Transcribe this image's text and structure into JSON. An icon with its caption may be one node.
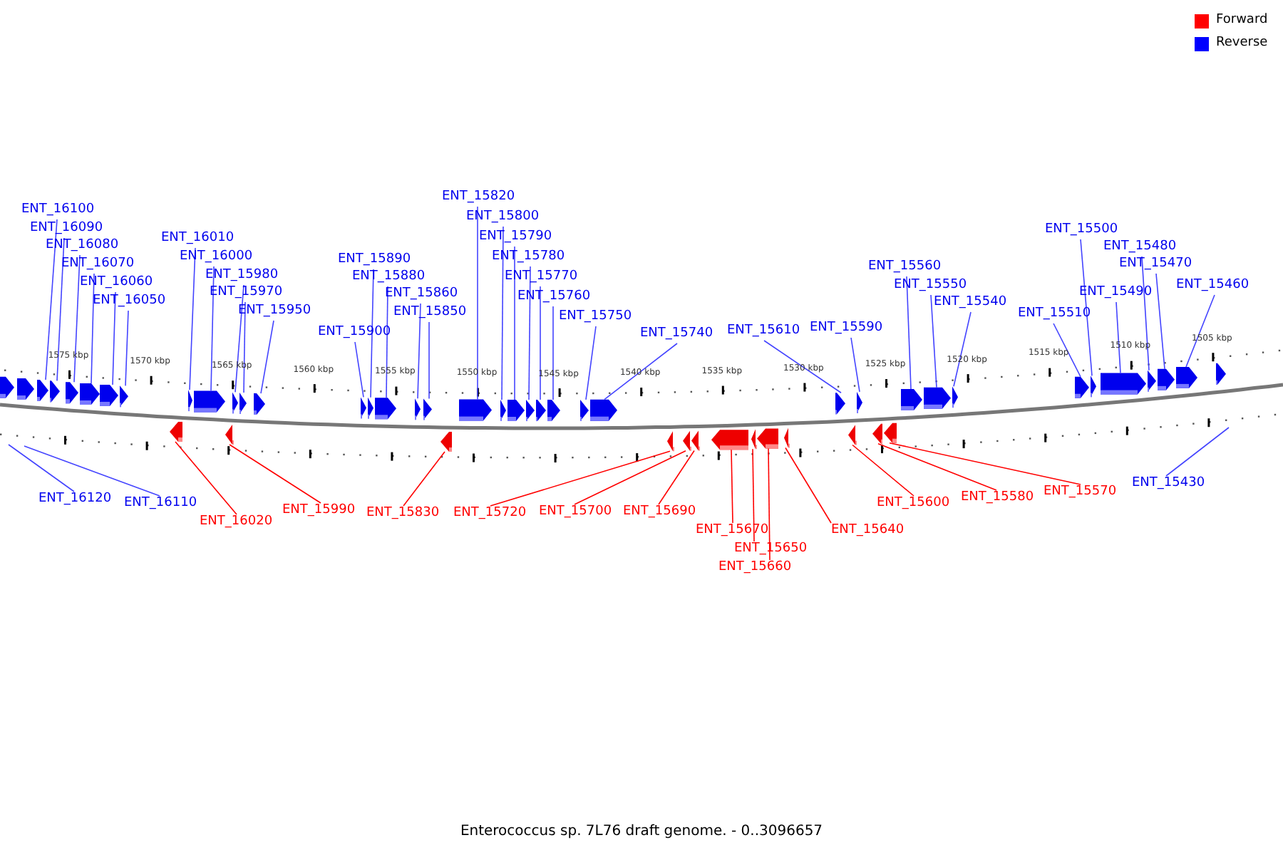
{
  "diagram": {
    "caption": "Enterococcus sp. 7L76 draft genome. - 0..3096657",
    "nodes": [
      {
        "text": [
          "ENT_16100"
        ]
      },
      {
        "text": [
          "ENT_16090"
        ]
      },
      {
        "text": [
          "ENT_16080"
        ]
      },
      {
        "text": [
          "ENT_16070"
        ]
      },
      {
        "text": [
          "ENT_16060"
        ]
      },
      {
        "text": [
          "ENT_16050"
        ]
      },
      {
        "text": [
          "ENT_16010"
        ]
      },
      {
        "text": [
          "ENT_16000"
        ]
      },
      {
        "text": [
          "ENT_15980"
        ]
      },
      {
        "text": [
          "ENT_15970"
        ]
      },
      {
        "text": [
          "ENT_15950"
        ]
      },
      {
        "text": [
          "ENT_15900"
        ]
      },
      {
        "text": [
          "ENT_15890"
        ]
      },
      {
        "text": [
          "ENT_15880"
        ]
      },
      {
        "text": [
          "ENT_15860"
        ]
      },
      {
        "text": [
          "ENT_15850"
        ]
      },
      {
        "text": [
          "ENT_15820"
        ]
      },
      {
        "text": [
          "ENT_15800"
        ]
      },
      {
        "text": [
          "ENT_15790"
        ]
      },
      {
        "text": [
          "ENT_15780"
        ]
      },
      {
        "text": [
          "ENT_15770"
        ]
      },
      {
        "text": [
          "ENT_15760"
        ]
      },
      {
        "text": [
          "ENT_15750"
        ]
      },
      {
        "text": [
          "ENT_15740"
        ]
      },
      {
        "text": [
          "ENT_15610"
        ]
      },
      {
        "text": [
          "ENT_15590"
        ]
      },
      {
        "text": [
          "ENT_15560"
        ]
      },
      {
        "text": [
          "ENT_15550"
        ]
      },
      {
        "text": [
          "ENT_15540"
        ]
      },
      {
        "text": [
          "ENT_15510"
        ]
      },
      {
        "text": [
          "ENT_15500"
        ]
      },
      {
        "text": [
          "ENT_15490"
        ]
      },
      {
        "text": [
          "ENT_15480"
        ]
      },
      {
        "text": [
          "ENT_15470"
        ]
      },
      {
        "text": [
          "ENT_15460"
        ]
      },
      {
        "text": [
          "ENT_16120"
        ]
      },
      {
        "text": [
          "ENT_16110"
        ]
      },
      {
        "text": [
          "ENT_16020"
        ]
      },
      {
        "text": [
          "ENT_15990"
        ]
      },
      {
        "text": [
          "ENT_15830"
        ]
      },
      {
        "text": [
          "ENT_15720"
        ]
      },
      {
        "text": [
          "ENT_15700"
        ]
      },
      {
        "text": [
          "ENT_15690"
        ]
      },
      {
        "text": [
          "ENT_15670"
        ]
      },
      {
        "text": [
          "ENT_15650"
        ]
      },
      {
        "text": [
          "ENT_15660"
        ]
      },
      {
        "text": [
          "ENT_15640"
        ]
      },
      {
        "text": [
          "ENT_15600"
        ]
      },
      {
        "text": [
          "ENT_15580"
        ]
      },
      {
        "text": [
          "ENT_15570"
        ]
      },
      {
        "text": [
          "ENT_15430"
        ]
      },
      {
        "text": [],
        "shape": "arrow"
      },
      {
        "text": [],
        "shape": "arrow"
      },
      {
        "text": [],
        "shape": "arrow"
      },
      {
        "text": [],
        "shape": "arrow"
      },
      {
        "text": [],
        "shape": "arrow"
      },
      {
        "text": [],
        "shape": "arrow"
      },
      {
        "text": [],
        "shape": "arrow"
      },
      {
        "text": [],
        "shape": "arrow"
      },
      {
        "text": [],
        "shape": "arrow"
      },
      {
        "text": [],
        "shape": "arrow"
      },
      {
        "text": [],
        "shape": "arrow"
      },
      {
        "text": [],
        "shape": "arrow"
      },
      {
        "text": [],
        "shape": "arrow"
      },
      {
        "text": [],
        "shape": "arrow"
      },
      {
        "text": [],
        "shape": "arrow"
      },
      {
        "text": [],
        "shape": "arrow"
      },
      {
        "text": [],
        "shape": "arrow"
      },
      {
        "text": [],
        "shape": "arrow"
      },
      {
        "text": [],
        "shape": "arrow"
      },
      {
        "text": [],
        "shape": "arrow"
      },
      {
        "text": [],
        "shape": "arrow"
      },
      {
        "text": [],
        "shape": "arrow"
      },
      {
        "text": [],
        "shape": "arrow"
      },
      {
        "text": [],
        "shape": "arrow"
      },
      {
        "text": [],
        "shape": "arrow"
      },
      {
        "text": [],
        "shape": "arrow"
      },
      {
        "text": [],
        "shape": "arrow"
      },
      {
        "text": [],
        "shape": "arrow"
      },
      {
        "text": [],
        "shape": "arrow"
      },
      {
        "text": [],
        "shape": "arrow"
      },
      {
        "text": [],
        "shape": "arrow"
      },
      {
        "text": [],
        "shape": "arrow"
      },
      {
        "text": [],
        "shape": "arrow"
      },
      {
        "text": [],
        "shape": "arrow"
      },
      {
        "text": [],
        "shape": "arrow"
      },
      {
        "text": [],
        "shape": "arrow"
      },
      {
        "text": [],
        "shape": "arrow"
      },
      {
        "text": [],
        "shape": "arrow"
      },
      {
        "text": [],
        "shape": "arrow"
      },
      {
        "text": [],
        "shape": "arrow"
      },
      {
        "text": [],
        "shape": "arrow"
      },
      {
        "text": [],
        "shape": "arrow"
      },
      {
        "text": [],
        "shape": "arrow"
      },
      {
        "text": [],
        "shape": "arrow"
      },
      {
        "text": [],
        "shape": "arrow"
      },
      {
        "text": [],
        "shape": "arrow"
      },
      {
        "text": [],
        "shape": "arrow"
      },
      {
        "text": [],
        "shape": "arrow"
      },
      {
        "text": [],
        "shape": "arrow"
      },
      {
        "text": [],
        "shape": "arrow"
      },
      {
        "text": [],
        "shape": "arrow"
      }
    ],
    "edges": [
      {
        "from": 0,
        "to": 53,
        "arrow": "none"
      },
      {
        "from": 1,
        "to": 54,
        "arrow": "none"
      },
      {
        "from": 2,
        "to": 55,
        "arrow": "none"
      },
      {
        "from": 3,
        "to": 56,
        "arrow": "none"
      },
      {
        "from": 4,
        "to": 57,
        "arrow": "none"
      },
      {
        "from": 5,
        "to": 58,
        "arrow": "none"
      },
      {
        "from": 6,
        "to": 59,
        "arrow": "none"
      },
      {
        "from": 7,
        "to": 60,
        "arrow": "none"
      },
      {
        "from": 8,
        "to": 61,
        "arrow": "none"
      },
      {
        "from": 9,
        "to": 62,
        "arrow": "none"
      },
      {
        "from": 10,
        "to": 63,
        "arrow": "none"
      },
      {
        "from": 11,
        "to": 64,
        "arrow": "none"
      },
      {
        "from": 12,
        "to": 65,
        "arrow": "none"
      },
      {
        "from": 13,
        "to": 66,
        "arrow": "none"
      },
      {
        "from": 14,
        "to": 67,
        "arrow": "none"
      },
      {
        "from": 15,
        "to": 68,
        "arrow": "none"
      },
      {
        "from": 16,
        "to": 69,
        "arrow": "none"
      },
      {
        "from": 17,
        "to": 70,
        "arrow": "none"
      },
      {
        "from": 18,
        "to": 71,
        "arrow": "none"
      },
      {
        "from": 19,
        "to": 72,
        "arrow": "none"
      },
      {
        "from": 20,
        "to": 73,
        "arrow": "none"
      },
      {
        "from": 21,
        "to": 74,
        "arrow": "none"
      },
      {
        "from": 22,
        "to": 75,
        "arrow": "none"
      },
      {
        "from": 23,
        "to": 76,
        "arrow": "none"
      },
      {
        "from": 24,
        "to": 77,
        "arrow": "none"
      },
      {
        "from": 25,
        "to": 78,
        "arrow": "none"
      },
      {
        "from": 26,
        "to": 79,
        "arrow": "none"
      },
      {
        "from": 27,
        "to": 80,
        "arrow": "none"
      },
      {
        "from": 28,
        "to": 81,
        "arrow": "none"
      },
      {
        "from": 29,
        "to": 82,
        "arrow": "none"
      },
      {
        "from": 30,
        "to": 83,
        "arrow": "none"
      },
      {
        "from": 31,
        "to": 84,
        "arrow": "none"
      },
      {
        "from": 32,
        "to": 85,
        "arrow": "none"
      },
      {
        "from": 33,
        "to": 86,
        "arrow": "none"
      },
      {
        "from": 34,
        "to": 87,
        "arrow": "none"
      },
      {
        "from": 35,
        "to": null,
        "arrow": "none"
      },
      {
        "from": 36,
        "to": null,
        "arrow": "none"
      },
      {
        "from": 37,
        "to": 89,
        "arrow": "none",
        "color": "#ff0000"
      },
      {
        "from": 38,
        "to": 90,
        "arrow": "none",
        "color": "#ff0000"
      },
      {
        "from": 39,
        "to": 91,
        "arrow": "none",
        "color": "#ff0000"
      },
      {
        "from": 40,
        "to": 92,
        "arrow": "none",
        "color": "#ff0000"
      },
      {
        "from": 41,
        "to": 93,
        "arrow": "none",
        "color": "#ff0000"
      },
      {
        "from": 42,
        "to": 94,
        "arrow": "none",
        "color": "#ff0000"
      },
      {
        "from": 43,
        "to": 95,
        "arrow": "none",
        "color": "#ff0000"
      },
      {
        "from": 44,
        "to": 96,
        "arrow": "none",
        "color": "#ff0000"
      },
      {
        "from": 45,
        "to": 97,
        "arrow": "none",
        "color": "#ff0000"
      },
      {
        "from": 46,
        "to": 98,
        "arrow": "none",
        "color": "#ff0000"
      },
      {
        "from": 47,
        "to": 99,
        "arrow": "none",
        "color": "#ff0000"
      },
      {
        "from": 48,
        "to": 100,
        "arrow": "none",
        "color": "#ff0000"
      },
      {
        "from": 49,
        "to": 101,
        "arrow": "none",
        "color": "#ff0000"
      },
      {
        "from": 50,
        "to": null,
        "arrow": "none"
      }
    ],
    "labels": [
      "1575 kbp",
      "1570 kbp",
      "1565 kbp",
      "1560 kbp",
      "1555 kbp",
      "1550 kbp",
      "1545 kbp",
      "1540 kbp",
      "1535 kbp",
      "1530 kbp",
      "1525 kbp",
      "1520 kbp",
      "1515 kbp",
      "1510 kbp",
      "1505 kbp"
    ],
    "legend": [
      {
        "text": "Forward",
        "color": "#ff0000"
      },
      {
        "text": "Reverse",
        "color": "#0000ff"
      }
    ]
  }
}
